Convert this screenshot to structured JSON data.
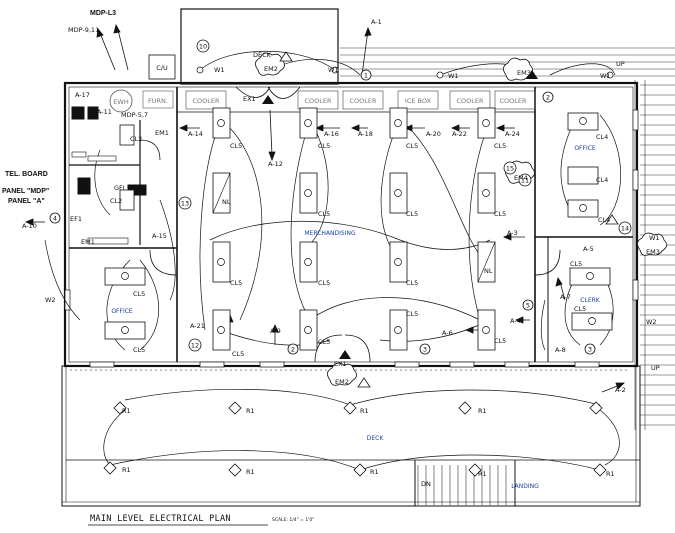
{
  "title": "MAIN LEVEL ELECTRICAL PLAN",
  "scale": "SCALE: 1/4\" = 1'0\"",
  "rooms": {
    "deck_top": "DECK",
    "deck_bottom": "DECK",
    "merchandising": "MERCHANDISING",
    "office_right": "OFFICE",
    "office_left": "OFFICE",
    "clerk": "CLERK",
    "landing": "LANDING"
  },
  "equipment": {
    "cu": "C/U",
    "ewh": "EWH",
    "furn": "FURN.",
    "tel_board": "TEL. BOARD",
    "panel_mdp": "PANEL \"MDP\"",
    "panel_a": "PANEL \"A\"",
    "mdp_l3": "MDP-L3",
    "mdp_911": "MDP-9,11",
    "mdp_57": "MDP-5,7",
    "coolers": [
      "COOLER",
      "COOLER",
      "COOLER",
      "ICE BOX",
      "COOLER",
      "COOLER"
    ]
  },
  "circuits": [
    "A-1",
    "A-17",
    "A-11",
    "A-14",
    "A-12",
    "A-16",
    "A-18",
    "A-20",
    "A-22",
    "A-24",
    "A-10",
    "A-15",
    "A-21",
    "A-9",
    "A-6",
    "A-4",
    "A-3",
    "A-5",
    "A-7",
    "A-2",
    "A-8"
  ],
  "fixtures": {
    "cl5": "CL5",
    "cl2": "CL2",
    "cl4": "CL4",
    "nl": "NL",
    "r1": "R1",
    "em": "EM",
    "em1": "EM1",
    "em2": "EM2",
    "em3": "EM3",
    "em4": "EM4",
    "ex1": "EX1",
    "ef1": "EF1",
    "gfi": "GFI",
    "w1": "W1",
    "w2": "W2",
    "up": "UP",
    "dn": "DN"
  },
  "tags": [
    "10",
    "1",
    "2",
    "3",
    "4",
    "5",
    "11",
    "12",
    "13",
    "14",
    "15"
  ],
  "colors": {
    "ink": "#111111",
    "accent": "#1b3fa0",
    "panel_fill": "#111111"
  }
}
